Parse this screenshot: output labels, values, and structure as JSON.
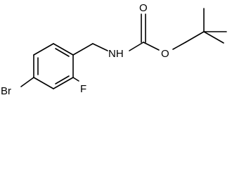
{
  "molecule": {
    "atoms": {
      "bromine": "Br",
      "fluorine": "F",
      "nitrogen_h": "NH",
      "carbonyl_oxygen": "O",
      "ester_oxygen": "O"
    }
  }
}
